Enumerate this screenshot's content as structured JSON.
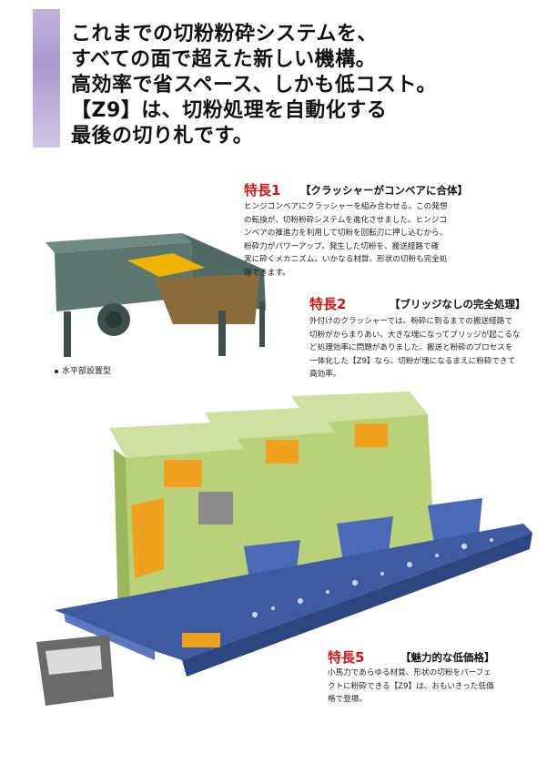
{
  "headline": {
    "line1": "これまでの切粉粉砕システムを、",
    "line2": "すべての面で超えた新しい機構。",
    "line3": "高効率で省スペース、しかも低コスト。",
    "line4": "【Z9】は、切粉処理を自動化する",
    "line5": "最後の切り札です。"
  },
  "feature1": {
    "title": "特長1",
    "subtitle": "【クラッシャーがコンベアに合体】",
    "body": [
      "ヒンジコンベアにクラッシャーを組み合わせる。この発想",
      "の転換が、切粉粉砕システムを進化させました。ヒンジコ",
      "ンベアの推進力を利用して切粉を回転刃に押し込むから、",
      "粉砕力がパワーアップ。発生した切粉を、搬送経路で確",
      "実に砕くメカニズム。いかなる材質、形状の切粉も完全処",
      "理できます。"
    ]
  },
  "feature2": {
    "title": "特長2",
    "subtitle": "【ブリッジなしの完全処理】",
    "body": [
      "外付けのクラッシャーでは、粉砕に到るまでの搬送経路で",
      "切粉がからまりあい、大きな塊になってブリッジが起こるな",
      "ど処理効率に問題がありました。搬送と粉砕のプロセスを",
      "一体化した【Z9】なら、切粉が塊になるまえに粉砕できて",
      "高効率。"
    ]
  },
  "feature5": {
    "title": "特長5",
    "subtitle": "【魅力的な低価格】",
    "body": [
      "小馬力であらゆる材質、形状の切粉をパーフェ",
      "クトに粉砕できる【Z9】は、おもいきった低価",
      "格で登場。"
    ]
  },
  "caption": "水平部設置型",
  "colors": {
    "machine_green": "#b9d27a",
    "conveyor_blue": "#4a6ab8",
    "accent_orange": "#f0a21e",
    "feature_red": "#d01818",
    "stripe_purple": "#a896cc"
  }
}
